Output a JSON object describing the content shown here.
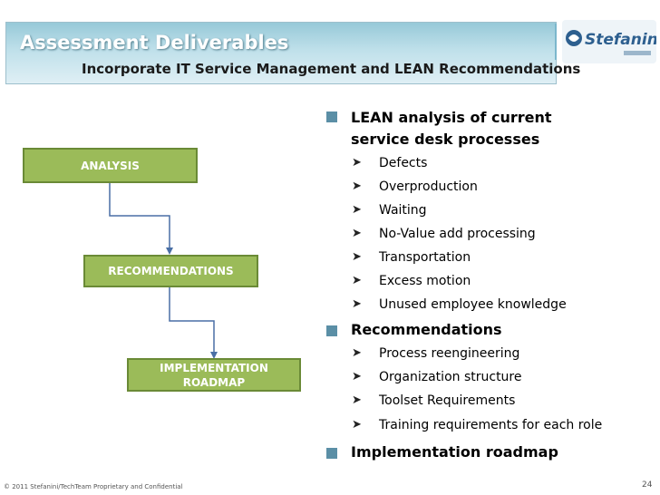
{
  "slide": {
    "title": "Assessment Deliverables",
    "subtitle": "Incorporate IT Service Management and LEAN Recommendations",
    "logo_text": "Stefanini",
    "footer": "© 2011 Stefanini/TechTeam Proprietary and Confidential",
    "page_number": "24"
  },
  "flow": {
    "analysis": "ANALYSIS",
    "recommendations": "RECOMMENDATIONS",
    "implementation": "IMPLEMENTATION ROADMAP",
    "box_color": "#9bbb59"
  },
  "bullets": [
    {
      "text": "LEAN analysis of current service desk processes",
      "items": [
        "Defects",
        "Overproduction",
        "Waiting",
        "No-Value add processing",
        "Transportation",
        "Excess motion",
        "Unused employee knowledge"
      ]
    },
    {
      "text": "Recommendations",
      "items": [
        "Process reengineering",
        "Organization structure",
        "Toolset Requirements",
        "Training requirements for each role"
      ]
    },
    {
      "text": "Implementation roadmap",
      "items": []
    }
  ]
}
